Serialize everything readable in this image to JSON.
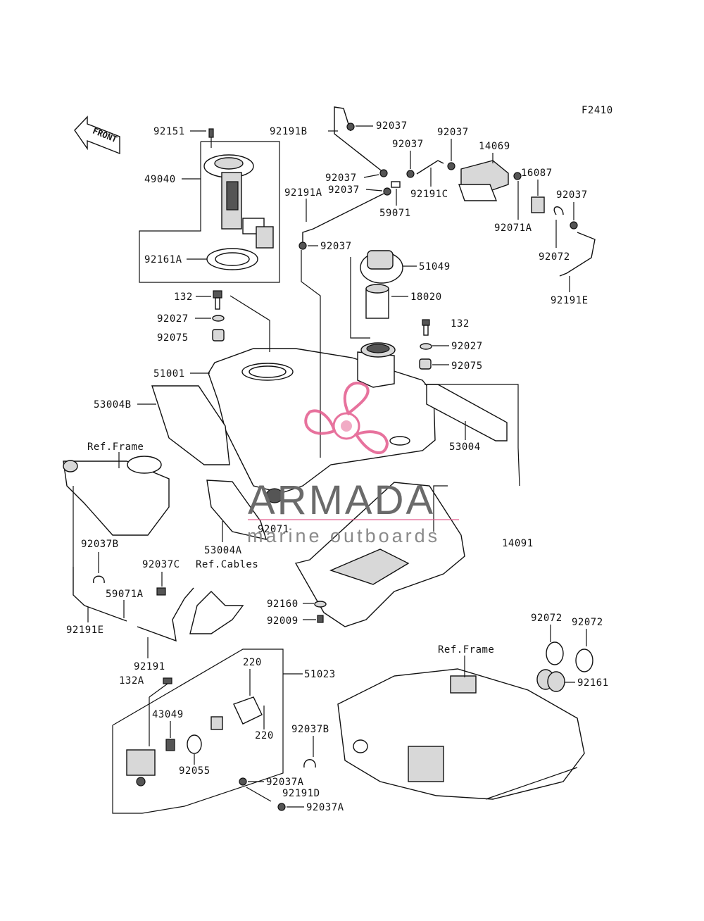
{
  "figure_code": "F2410",
  "front_label": "FRONT",
  "watermark": {
    "brand": "ARMADA",
    "tagline": "marine outboards",
    "logo_color": "#e35a8c"
  },
  "labels": {
    "l92151": "92151",
    "l49040": "49040",
    "l92161A": "92161A",
    "l132a": "132",
    "l92027a": "92027",
    "l92075a": "92075",
    "l51001": "51001",
    "l53004B": "53004B",
    "lRefFrame1": "Ref.Frame",
    "l92037B_1": "92037B",
    "l92037C": "92037C",
    "lRefCables": "Ref.Cables",
    "l59071A": "59071A",
    "l92191E_1": "92191E",
    "l92191": "92191",
    "l132A": "132A",
    "l51023": "51023",
    "l220a": "220",
    "l220b": "220",
    "l43049": "43049",
    "l92055": "92055",
    "l92037A_1": "92037A",
    "l92191D": "92191D",
    "l92037A_2": "92037A",
    "l92037B_2": "92037B",
    "l92160": "92160",
    "l92009": "92009",
    "l53004A": "53004A",
    "l92071": "92071",
    "l14091": "14091",
    "l53004": "53004",
    "l92075b": "92075",
    "l92027b": "92027",
    "l132b": "132",
    "l18020": "18020",
    "l51049": "51049",
    "l92037_a": "92037",
    "l92191A": "92191A",
    "l92037_b": "92037",
    "l92037_c": "92037",
    "l59071": "59071",
    "l92191B": "92191B",
    "l92037_top": "92037",
    "l92037_d": "92037",
    "l92191C": "92191C",
    "l92037_e": "92037",
    "l14069": "14069",
    "l16087": "16087",
    "l92037_f": "92037",
    "l92071A": "92071A",
    "l92072a": "92072",
    "l92191E_2": "92191E",
    "lRefFrame2": "Ref.Frame",
    "l92072b": "92072",
    "l92072c": "92072",
    "l92161": "92161"
  }
}
